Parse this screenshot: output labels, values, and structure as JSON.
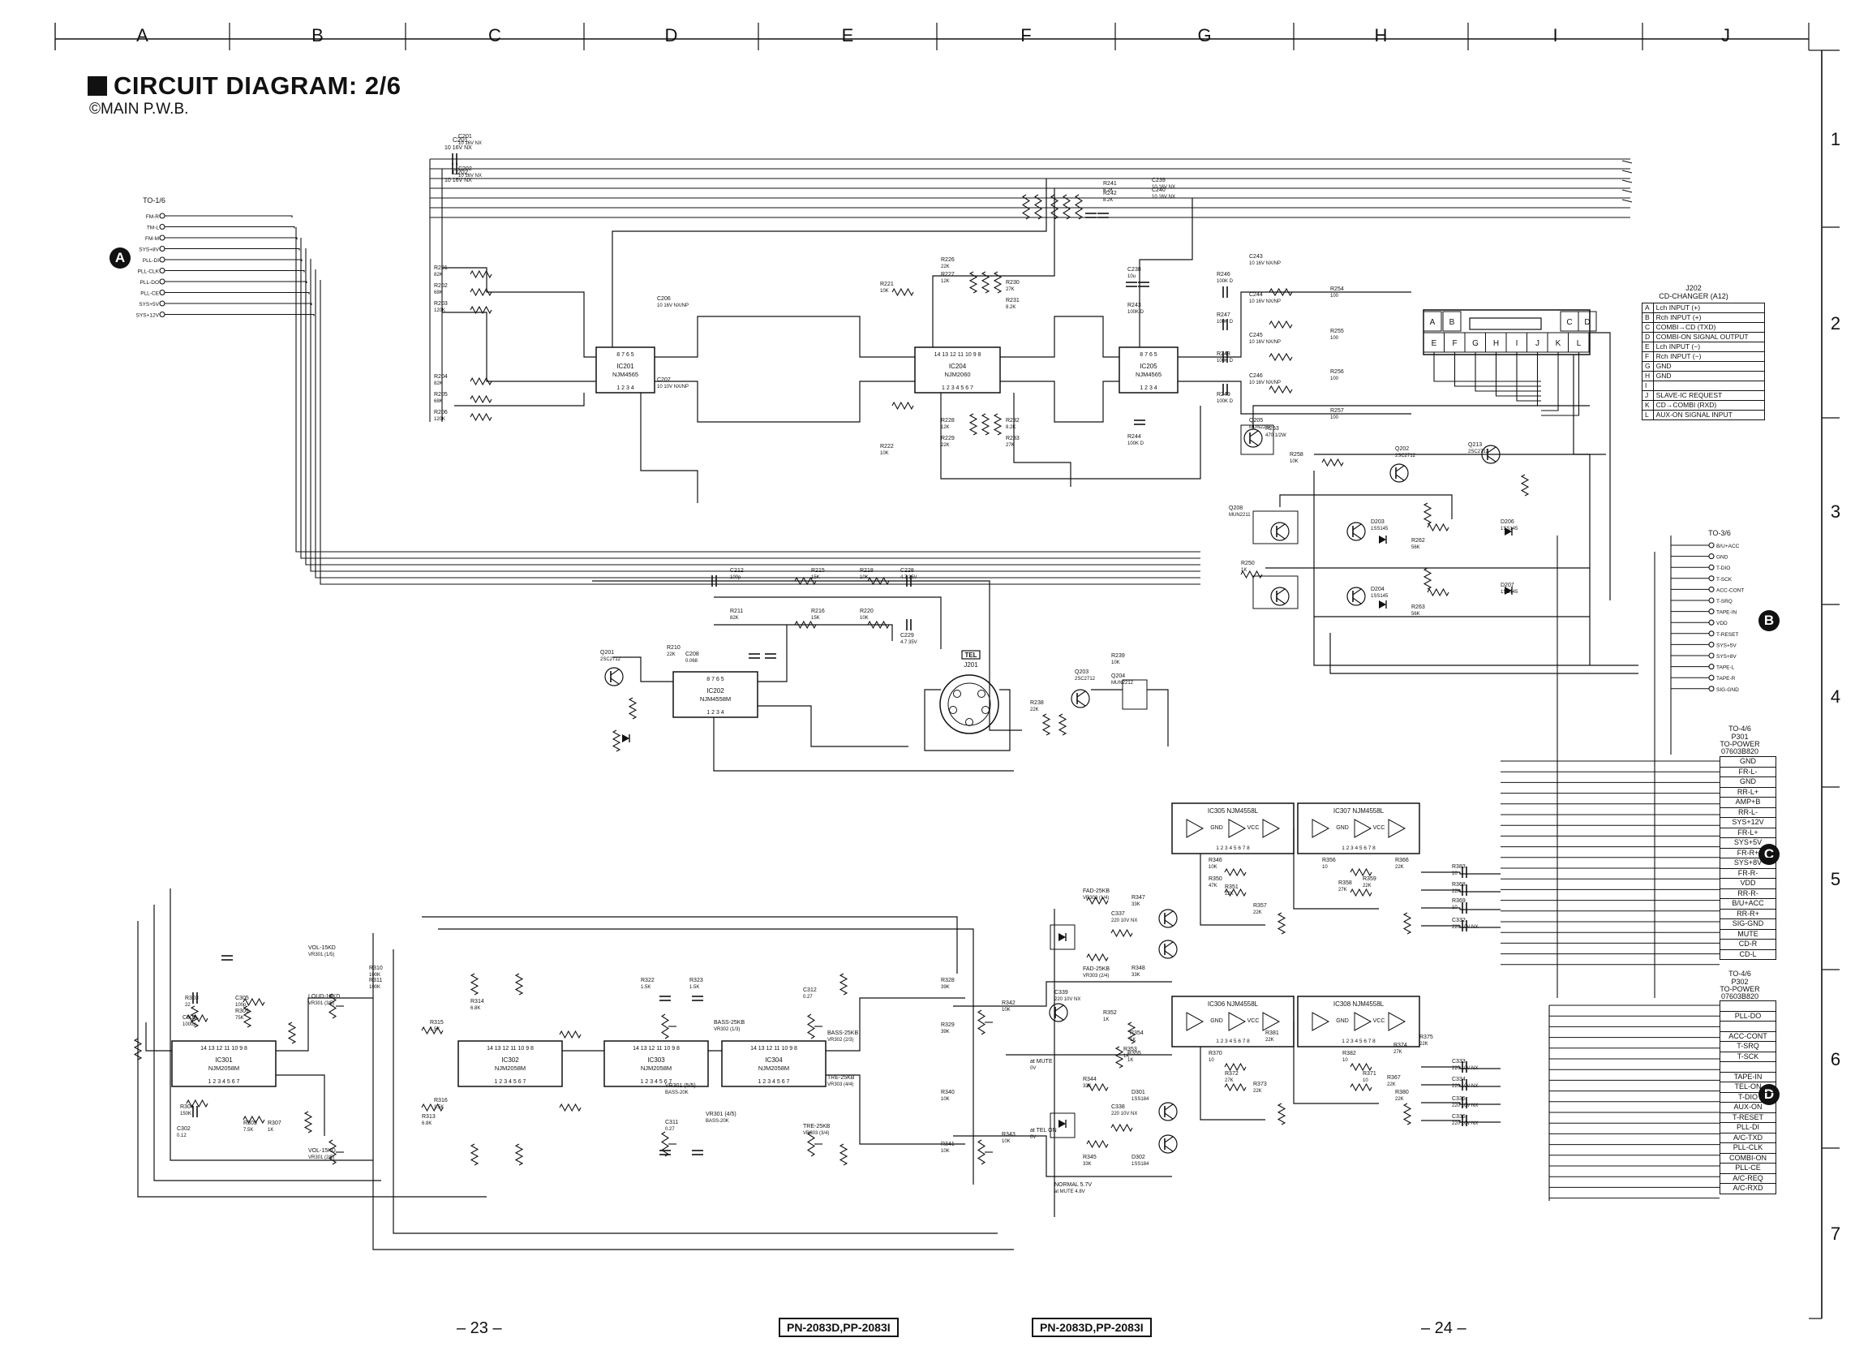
{
  "header": {
    "title": "CIRCUIT DIAGRAM: 2/6",
    "subtitle": "©MAIN P.W.B."
  },
  "grid": {
    "columns": [
      "A",
      "B",
      "C",
      "D",
      "E",
      "F",
      "G",
      "H",
      "I",
      "J"
    ],
    "rows": [
      "1",
      "2",
      "3",
      "4",
      "5",
      "6",
      "7"
    ]
  },
  "footer": {
    "page_left": "– 23 –",
    "page_right": "– 24 –",
    "model_left": "PN-2083D,PP-2083I",
    "model_right": "PN-2083D,PP-2083I"
  },
  "connectors": {
    "a": {
      "label": "A",
      "to": "TO-1/6"
    },
    "b": {
      "label": "B",
      "to": "TO-3/6"
    },
    "c": {
      "label": "C",
      "to": "TO-4/6"
    },
    "d": {
      "label": "D",
      "to": "TO-4/6"
    }
  },
  "left_pins": [
    "FM-R",
    "TM-L",
    "FM-M",
    "SYS+8V",
    "PLL-DI",
    "PLL-CLK",
    "PLL-DO",
    "PLL-CE",
    "SYS+5V",
    "SYS+12V"
  ],
  "j202": {
    "title": "J202",
    "subtitle": "CD-CHANGER (A12)",
    "top_pins": [
      "A",
      "B",
      "C",
      "D"
    ],
    "bottom_pins": [
      "E",
      "F",
      "G",
      "H",
      "I",
      "J",
      "K",
      "L"
    ],
    "table": [
      {
        "pin": "A",
        "desc": "Lch INPUT (+)"
      },
      {
        "pin": "B",
        "desc": "Rch INPUT (+)"
      },
      {
        "pin": "C",
        "desc": "COMBI→CD (TXD)"
      },
      {
        "pin": "D",
        "desc": "COMBI-ON SIGNAL OUTPUT"
      },
      {
        "pin": "E",
        "desc": "Lch INPUT (−)"
      },
      {
        "pin": "F",
        "desc": "Rch INPUT (−)"
      },
      {
        "pin": "G",
        "desc": "GND"
      },
      {
        "pin": "H",
        "desc": "GND"
      },
      {
        "pin": "I",
        "desc": ""
      },
      {
        "pin": "J",
        "desc": "SLAVE-IC REQUEST"
      },
      {
        "pin": "K",
        "desc": "CD→COMBI (RXD)"
      },
      {
        "pin": "L",
        "desc": "AUX-ON SIGNAL INPUT"
      }
    ]
  },
  "b_pins": [
    "B/U+ACC",
    "GND",
    "T-DIO",
    "T-SCK",
    "ACC-CONT",
    "T-SRQ",
    "TAPE-IN",
    "VDD",
    "T-RESET",
    "SYS+5V",
    "SYS+8V",
    "TAPE-L",
    "TAPE-R",
    "SIG-GND"
  ],
  "p301": {
    "to": "TO-4/6",
    "name": "P301",
    "type": "TO-POWER",
    "part": "07603B820",
    "pins": [
      "GND",
      "FR-L-",
      "GND",
      "RR-L+",
      "AMP+B",
      "RR-L-",
      "SYS+12V",
      "FR-L+",
      "SYS+5V",
      "FR-R+",
      "SYS+8V",
      "FR-R-",
      "VDD",
      "RR-R-",
      "B/U+ACC",
      "RR-R+",
      "SIG-GND",
      "MUTE",
      "CD-R",
      "CD-L"
    ]
  },
  "p302": {
    "to": "TO-4/6",
    "name": "P302",
    "type": "TO-POWER",
    "part": "07603B820",
    "pins": [
      "",
      "PLL-DO",
      "",
      "ACC-CONT",
      "T-SRQ",
      "T-SCK",
      "",
      "TAPE-IN",
      "TEL-ON",
      "T-DIO",
      "AUX-ON",
      "T-RESET",
      "PLL-DI",
      "A/C-TXD",
      "PLL-CLK",
      "COMBI-ON",
      "PLL-CE",
      "A/C-REQ",
      "A/C-RXD"
    ]
  },
  "ics": [
    {
      "ref": "IC201",
      "part": "NJM4565",
      "pins_top": "8 7 6 5",
      "pins_bot": "1 2 3 4"
    },
    {
      "ref": "IC204",
      "part": "NJM2060",
      "pins_top": "14 13 12 11 10 9 8",
      "pins_bot": "1 2 3 4 5 6 7"
    },
    {
      "ref": "IC205",
      "part": "NJM4565",
      "pins_top": "8 7 6 5",
      "pins_bot": "1 2 3 4"
    },
    {
      "ref": "IC202",
      "part": "NJM4558M",
      "pins_top": "8 7 6 5",
      "pins_bot": "1 2 3 4"
    },
    {
      "ref": "IC301",
      "part": "NJM2058M",
      "pins_top": "14 13 12 11 10 9 8",
      "pins_bot": "1 2 3 4 5 6 7"
    },
    {
      "ref": "IC302",
      "part": "NJM2058M",
      "pins_top": "14 13 12 11 10 9 8",
      "pins_bot": "1 2 3 4 5 6 7"
    },
    {
      "ref": "IC303",
      "part": "NJM2058M",
      "pins_top": "14 13 12 11 10 9 8",
      "pins_bot": "1 2 3 4 5 6 7"
    },
    {
      "ref": "IC304",
      "part": "NJM2058M",
      "pins_top": "14 13 12 11 10 9 8",
      "pins_bot": "1 2 3 4 5 6 7"
    },
    {
      "ref": "IC305",
      "part": "NJM4558L"
    },
    {
      "ref": "IC307",
      "part": "NJM4558L"
    },
    {
      "ref": "IC306",
      "part": "NJM4558L"
    },
    {
      "ref": "IC308",
      "part": "NJM4558L"
    }
  ],
  "jack": {
    "ref": "J201",
    "badge": "TEL"
  },
  "labels": [
    {
      "t": "C201",
      "s": "10 16V NX"
    },
    {
      "t": "C202",
      "s": "10 16V NX"
    },
    {
      "t": "R201",
      "s": "82K"
    },
    {
      "t": "R202",
      "s": "68K"
    },
    {
      "t": "R203",
      "s": "120K"
    },
    {
      "t": "R204",
      "s": "82K"
    },
    {
      "t": "R205",
      "s": "68K"
    },
    {
      "t": "R206",
      "s": "120K"
    },
    {
      "t": "C206",
      "s": "10 16V NX/NP"
    },
    {
      "t": "C207",
      "s": "10 10V NX/NP"
    },
    {
      "t": "R221",
      "s": "10K"
    },
    {
      "t": "R222",
      "s": "10K"
    },
    {
      "t": "R226",
      "s": "22K"
    },
    {
      "t": "R227",
      "s": "12K"
    },
    {
      "t": "R230",
      "s": "27K"
    },
    {
      "t": "R231",
      "s": "8.2K"
    },
    {
      "t": "R232",
      "s": "8.2K"
    },
    {
      "t": "R233",
      "s": "27K"
    },
    {
      "t": "R228",
      "s": "12K"
    },
    {
      "t": "R229",
      "s": "22K"
    },
    {
      "t": "R241",
      "s": "8.2K"
    },
    {
      "t": "R242",
      "s": "8.2K"
    },
    {
      "t": "C239",
      "s": "10 16V NX"
    },
    {
      "t": "C240",
      "s": "10 16V NX"
    },
    {
      "t": "C238",
      "s": "10u"
    },
    {
      "t": "R243",
      "s": "100K D"
    },
    {
      "t": "R244",
      "s": "100K D"
    },
    {
      "t": "R246",
      "s": "100K D"
    },
    {
      "t": "R247",
      "s": "100K D"
    },
    {
      "t": "R248",
      "s": "100K D"
    },
    {
      "t": "R249",
      "s": "100K D"
    },
    {
      "t": "C243",
      "s": "10 16V NX/NP"
    },
    {
      "t": "C244",
      "s": "10 16V NX/NP"
    },
    {
      "t": "C245",
      "s": "10 16V NX/NP"
    },
    {
      "t": "C246",
      "s": "10 16V NX/NP"
    },
    {
      "t": "R254",
      "s": "100"
    },
    {
      "t": "R255",
      "s": "100"
    },
    {
      "t": "R256",
      "s": "100"
    },
    {
      "t": "R257",
      "s": "100"
    },
    {
      "t": "Q205",
      "s": "MUN2211"
    },
    {
      "t": "R253",
      "s": "470 1/2W"
    },
    {
      "t": "R258",
      "s": "10K"
    },
    {
      "t": "Q202",
      "s": "2SC2712"
    },
    {
      "t": "Q213",
      "s": "2SC2712"
    },
    {
      "t": "Q208",
      "s": "MUN2211"
    },
    {
      "t": "D203",
      "s": "1SS145"
    },
    {
      "t": "D206",
      "s": "1SS145"
    },
    {
      "t": "D204",
      "s": "1SS145"
    },
    {
      "t": "D207",
      "s": "1SS145"
    },
    {
      "t": "R262",
      "s": "56K"
    },
    {
      "t": "R263",
      "s": "56K"
    },
    {
      "t": "R250",
      "s": "1K"
    },
    {
      "t": "C212",
      "s": "100p"
    },
    {
      "t": "R215",
      "s": "15K"
    },
    {
      "t": "R218",
      "s": "10K"
    },
    {
      "t": "C228",
      "s": "4.7 35V"
    },
    {
      "t": "R211",
      "s": "82K"
    },
    {
      "t": "R216",
      "s": "15K"
    },
    {
      "t": "R220",
      "s": "10K"
    },
    {
      "t": "C229",
      "s": "4.7 35V"
    },
    {
      "t": "R210",
      "s": "22K"
    },
    {
      "t": "C208",
      "s": "0.068"
    },
    {
      "t": "Q201",
      "s": "2SC2712"
    },
    {
      "t": "R238",
      "s": "22K"
    },
    {
      "t": "Q203",
      "s": "2SC2712"
    },
    {
      "t": "Q204",
      "s": "MUN2212"
    },
    {
      "t": "R239",
      "s": "10K"
    },
    {
      "t": "VOL-15KD",
      "s": "VR301 (1/5)"
    },
    {
      "t": "LOUD-10KD",
      "s": "VR301 (3/5)"
    },
    {
      "t": "VOL-15KD ",
      "s": "VR301 (2/5)"
    },
    {
      "t": "R303",
      "s": "22"
    },
    {
      "t": "C301",
      "s": "1000p"
    },
    {
      "t": "C305",
      "s": "100p"
    },
    {
      "t": "R309",
      "s": "75K"
    },
    {
      "t": "R310",
      "s": "100K"
    },
    {
      "t": "R311",
      "s": "100K"
    },
    {
      "t": "R304",
      "s": "150K"
    },
    {
      "t": "C302",
      "s": "0.12"
    },
    {
      "t": "R305",
      "s": "7.5K"
    },
    {
      "t": "R307",
      "s": "1K"
    },
    {
      "t": "R314",
      "s": "6.8K"
    },
    {
      "t": "R315",
      "s": "1.5K"
    },
    {
      "t": "R316",
      "s": "1.5K"
    },
    {
      "t": "R313",
      "s": "6.8K"
    },
    {
      "t": "R322",
      "s": "1.5K"
    },
    {
      "t": "R323",
      "s": "1.5K"
    },
    {
      "t": "BASS-25KB",
      "s": "VR302 (1/3)"
    },
    {
      "t": "VR301 (5/5)",
      "s": "BASS-20K"
    },
    {
      "t": "C311",
      "s": "0.27"
    },
    {
      "t": "VR301 (4/5)",
      "s": "BASS-20K"
    },
    {
      "t": "C312",
      "s": "0.27"
    },
    {
      "t": "BASS-25KB ",
      "s": "VR302 (2/3)"
    },
    {
      "t": "TRE-25KB",
      "s": "VR303 (3/4)"
    },
    {
      "t": "TRE-25KB ",
      "s": "VR303 (4/4)"
    },
    {
      "t": "R328",
      "s": "39K"
    },
    {
      "t": "R329",
      "s": "39K"
    },
    {
      "t": "R340",
      "s": "10K"
    },
    {
      "t": "R341",
      "s": "10K"
    },
    {
      "t": "R342",
      "s": "10K"
    },
    {
      "t": "R343",
      "s": "10K"
    },
    {
      "t": "FAD-25KB",
      "s": "VR303 (1/4)"
    },
    {
      "t": "FAD-25KB ",
      "s": "VR303 (2/4)"
    },
    {
      "t": "R344",
      "s": "33K"
    },
    {
      "t": "R345",
      "s": "33K"
    },
    {
      "t": "R347",
      "s": "33K"
    },
    {
      "t": "R348",
      "s": "33K"
    },
    {
      "t": "D301",
      "s": "1SS184"
    },
    {
      "t": "D302",
      "s": "1SS184"
    },
    {
      "t": "R352",
      "s": "1K"
    },
    {
      "t": "R353",
      "s": "1K"
    },
    {
      "t": "R354",
      "s": "1K"
    },
    {
      "t": "R355",
      "s": "1K"
    },
    {
      "t": "R346",
      "s": "10K"
    },
    {
      "t": "R350",
      "s": "47K"
    },
    {
      "t": "R351",
      "s": "22K"
    },
    {
      "t": "R357",
      "s": "22K"
    },
    {
      "t": "R356",
      "s": "10"
    },
    {
      "t": "R358",
      "s": "27K"
    },
    {
      "t": "R359",
      "s": "22K"
    },
    {
      "t": "R366",
      "s": "22K"
    },
    {
      "t": "R370",
      "s": "10"
    },
    {
      "t": "R372",
      "s": "27K"
    },
    {
      "t": "R373",
      "s": "22K"
    },
    {
      "t": "R381",
      "s": "22K"
    },
    {
      "t": "R382",
      "s": "10"
    },
    {
      "t": "R371",
      "s": "10"
    },
    {
      "t": "R367",
      "s": "22K"
    },
    {
      "t": "R374",
      "s": "27K"
    },
    {
      "t": "R375",
      "s": "22K"
    },
    {
      "t": "R380",
      "s": "22K"
    },
    {
      "t": "R383",
      "s": "10"
    },
    {
      "t": "R368",
      "s": "22K"
    },
    {
      "t": "R369",
      "s": "10"
    },
    {
      "t": "C332",
      "s": "220 10V NX"
    },
    {
      "t": "C333",
      "s": "220 10V NX"
    },
    {
      "t": "C334",
      "s": "220 10V NX"
    },
    {
      "t": "C335",
      "s": "220 10V NX"
    },
    {
      "t": "C336",
      "s": "220 10V NX"
    },
    {
      "t": "C337",
      "s": "220 10V NX"
    },
    {
      "t": "C338",
      "s": "220 10V NX"
    },
    {
      "t": "C339",
      "s": "220 10V NX"
    },
    {
      "t": "NORMAL 5.7V",
      "s": "at MUTE 4.8V"
    },
    {
      "t": "at MUTE",
      "s": "0V"
    },
    {
      "t": "at TEL ON",
      "s": "0V"
    }
  ],
  "ic_pin_words": [
    "GND",
    "VCC"
  ]
}
